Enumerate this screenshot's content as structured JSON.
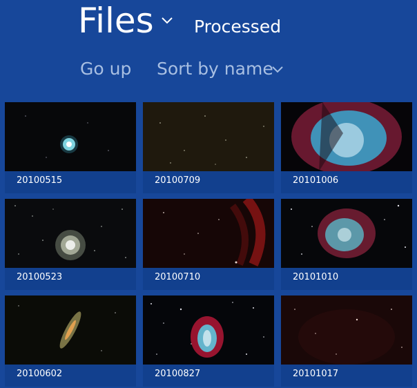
{
  "header": {
    "title": "Files",
    "folder": "Processed"
  },
  "commands": {
    "go_up": "Go up",
    "sort": "Sort by name"
  },
  "files": [
    {
      "name": "20100515",
      "thumb": "small-planetary-nebula"
    },
    {
      "name": "20100709",
      "thumb": "faint-starfield"
    },
    {
      "name": "20101006",
      "thumb": "dumbbell-nebula-closeup"
    },
    {
      "name": "20100523",
      "thumb": "globular-cluster"
    },
    {
      "name": "20100710",
      "thumb": "red-emission-nebula"
    },
    {
      "name": "20101010",
      "thumb": "dumbbell-nebula"
    },
    {
      "name": "20100602",
      "thumb": "edge-on-galaxy"
    },
    {
      "name": "20100827",
      "thumb": "dumbbell-nebula-starfield"
    },
    {
      "name": "20101017",
      "thumb": "dark-red-nebula"
    }
  ],
  "colors": {
    "background": "#17479a",
    "tile_caption": "#12408e",
    "command_text": "#a8bfe2"
  }
}
